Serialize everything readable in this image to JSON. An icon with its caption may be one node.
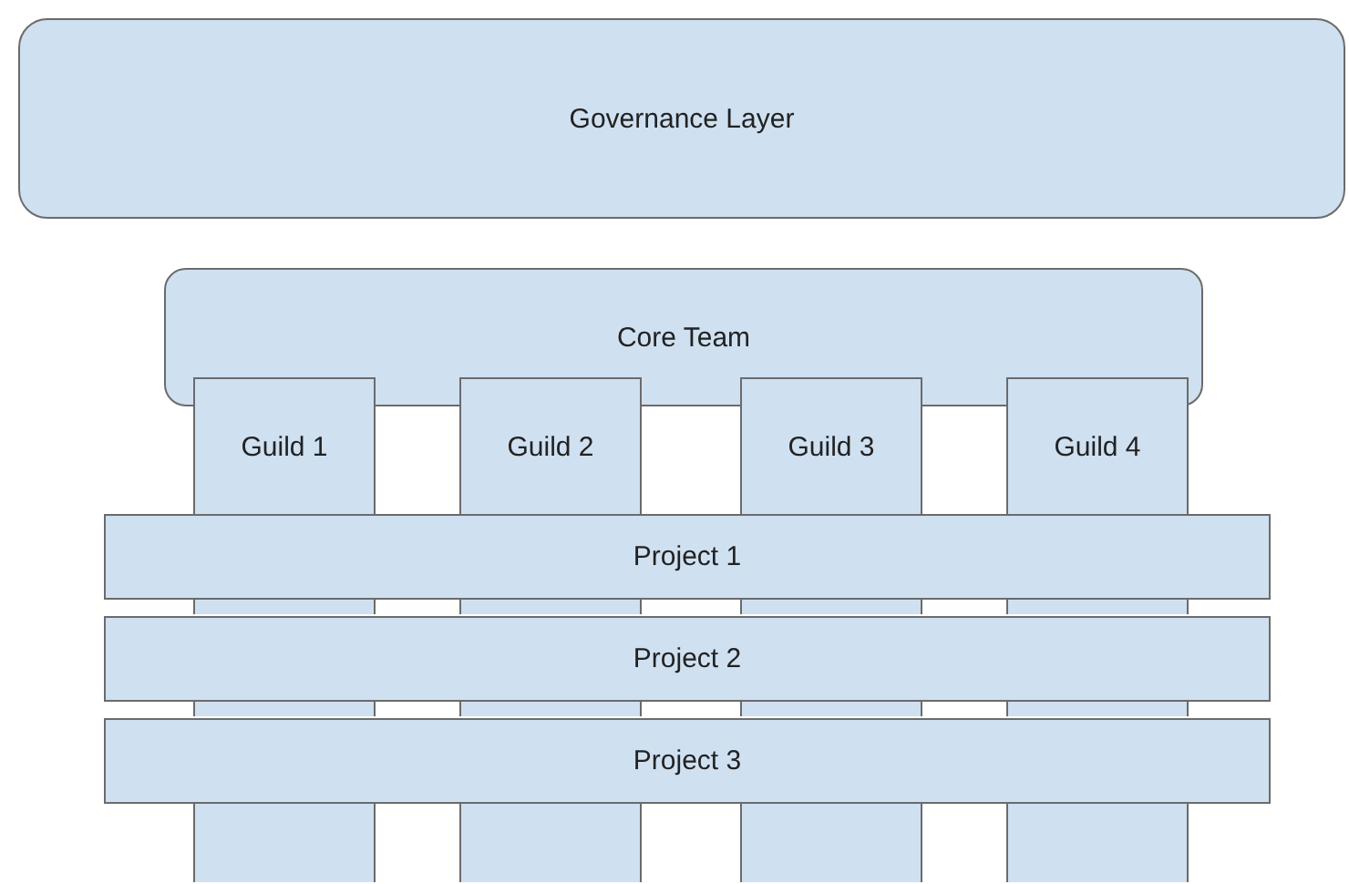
{
  "diagram": {
    "nodes": [
      {
        "text": [
          "Governance Layer"
        ]
      },
      {
        "text": [
          "Core Team"
        ]
      },
      {
        "text": [
          "Guild 1"
        ]
      },
      {
        "text": [
          "Guild 2"
        ]
      },
      {
        "text": [
          "Guild 3"
        ]
      },
      {
        "text": [
          "Guild 4"
        ]
      },
      {
        "text": [
          "Project 1"
        ]
      },
      {
        "text": [
          "Project 2"
        ]
      },
      {
        "text": [
          "Project 3"
        ]
      }
    ]
  }
}
